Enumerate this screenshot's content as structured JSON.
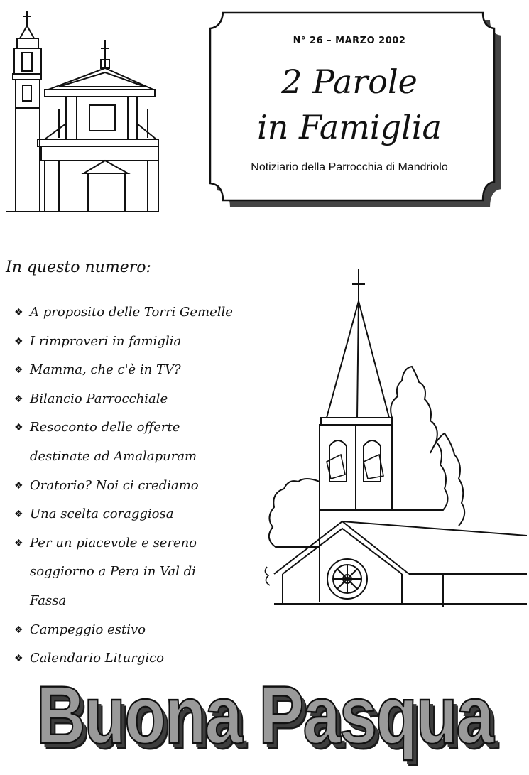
{
  "header": {
    "issue": "N° 26 – MARZO 2002",
    "title_line1": "2 Parole",
    "title_line2": "in Famiglia",
    "subtitle": "Notiziario della Parrocchia di Mandriolo"
  },
  "contents": {
    "heading": "In questo numero:",
    "items": [
      "A proposito delle Torri Gemelle",
      "I rimproveri in famiglia",
      "Mamma, che c'è in TV?",
      "Bilancio Parrocchiale",
      "Resoconto delle offerte",
      "destinate ad Amalapuram",
      "Oratorio? Noi ci crediamo",
      "Una scelta coraggiosa",
      "Per un piacevole e sereno",
      "soggiorno a Pera in Val di",
      "Fassa",
      "Campeggio estivo",
      "Calendario Liturgico"
    ]
  },
  "banner": {
    "text": "Buona Pasqua"
  },
  "icons": {
    "bullet": "diamond-bullet-icon",
    "top_left": "church-facade-icon",
    "right": "bell-tower-church-icon"
  }
}
